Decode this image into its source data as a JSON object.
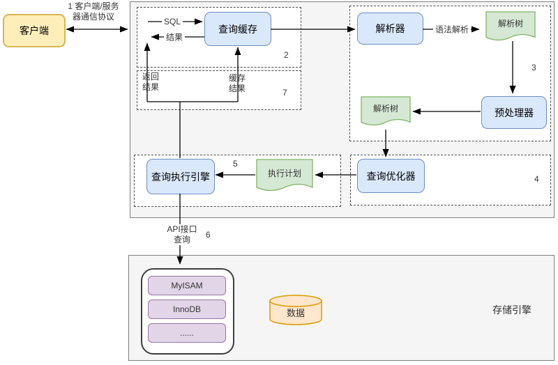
{
  "client": {
    "label": "客户端"
  },
  "connection": {
    "label_line1": "1 客户端/服务",
    "label_line2": "器通信协议"
  },
  "cache_section": {
    "number": "2",
    "sql_label": "SQL",
    "result_label": "结果",
    "cache_box": "查询缓存"
  },
  "return_section": {
    "number": "7",
    "return_line1": "返回",
    "return_line2": "结果",
    "cached_line1": "缓存",
    "cached_line2": "结果"
  },
  "parse_section": {
    "number": "3",
    "parser_box": "解析器",
    "syntax_label": "语法解析",
    "parse_tree1": "解析树",
    "preprocessor_box": "预处理器",
    "parse_tree2": "解析树"
  },
  "optimize_section": {
    "number": "4",
    "optimizer_box": "查询优化器"
  },
  "execute_section": {
    "number": "5",
    "plan_doc": "执行计划",
    "engine_box": "查询执行引擎"
  },
  "api_section": {
    "number": "6",
    "api_line1": "API接口",
    "api_line2": "查询"
  },
  "storage_section": {
    "title": "存储引擎",
    "engines": [
      "MyISAM",
      "InnoDB",
      "......"
    ],
    "data_label": "数据"
  },
  "colors": {
    "layer_fill": "#f5f5f5",
    "layer_border": "#7f7f7f",
    "blue_fill": "#dae8fc",
    "blue_border": "#6c8ebf",
    "green_fill": "#d5e8d4",
    "green_border": "#82b366",
    "yellow_fill": "#ffeeba",
    "yellow_border": "#d6b656",
    "purple_fill": "#e1d5e7",
    "purple_border": "#9673a6",
    "orange_fill": "#ffe6cc",
    "orange_border": "#d79b00",
    "arrow": "#000000"
  }
}
